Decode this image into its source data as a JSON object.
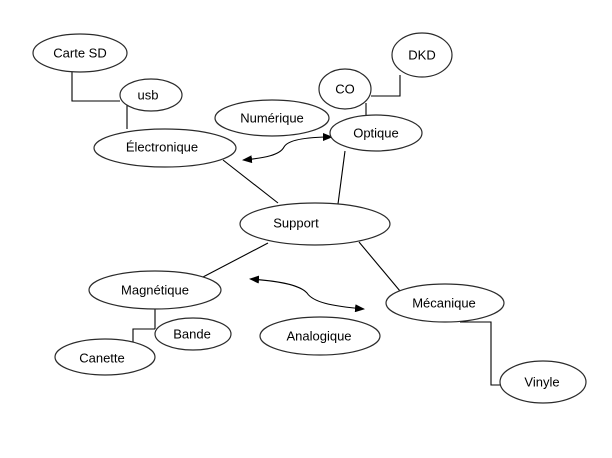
{
  "diagram": {
    "type": "mind-map",
    "central_node": "support",
    "nodes": [
      {
        "id": "carte-sd",
        "label": "Carte SD"
      },
      {
        "id": "usb",
        "label": "usb"
      },
      {
        "id": "electronique",
        "label": "Électronique"
      },
      {
        "id": "numerique",
        "label": "Numérique"
      },
      {
        "id": "co",
        "label": "CO"
      },
      {
        "id": "dkd",
        "label": "DKD"
      },
      {
        "id": "optique",
        "label": "Optique"
      },
      {
        "id": "support",
        "label": "Support"
      },
      {
        "id": "magnetique",
        "label": "Magnétique"
      },
      {
        "id": "bande",
        "label": "Bande"
      },
      {
        "id": "canette",
        "label": "Canette"
      },
      {
        "id": "analogique",
        "label": "Analogique"
      },
      {
        "id": "mecanique",
        "label": "Mécanique"
      },
      {
        "id": "vinyle",
        "label": "Vinyle"
      }
    ],
    "edges": [
      {
        "from": "support",
        "to": "electronique",
        "style": "straight"
      },
      {
        "from": "support",
        "to": "optique",
        "style": "straight"
      },
      {
        "from": "support",
        "to": "magnetique",
        "style": "straight"
      },
      {
        "from": "support",
        "to": "mecanique",
        "style": "straight"
      },
      {
        "from": "electronique",
        "to": "usb",
        "style": "elbow"
      },
      {
        "from": "usb",
        "to": "carte-sd",
        "style": "elbow"
      },
      {
        "from": "optique",
        "to": "co",
        "style": "elbow"
      },
      {
        "from": "co",
        "to": "dkd",
        "style": "elbow"
      },
      {
        "from": "magnetique",
        "to": "bande",
        "style": "elbow"
      },
      {
        "from": "bande",
        "to": "canette",
        "style": "elbow"
      },
      {
        "from": "mecanique",
        "to": "vinyle",
        "style": "elbow"
      }
    ],
    "double_arrows": [
      {
        "between": [
          "electronique",
          "optique"
        ],
        "label_node": "numerique"
      },
      {
        "between": [
          "magnetique",
          "mecanique"
        ],
        "label_node": "analogique"
      }
    ],
    "colors": {
      "stroke": "#2b2b2b",
      "fill": "#ffffff",
      "text": "#000000"
    }
  }
}
